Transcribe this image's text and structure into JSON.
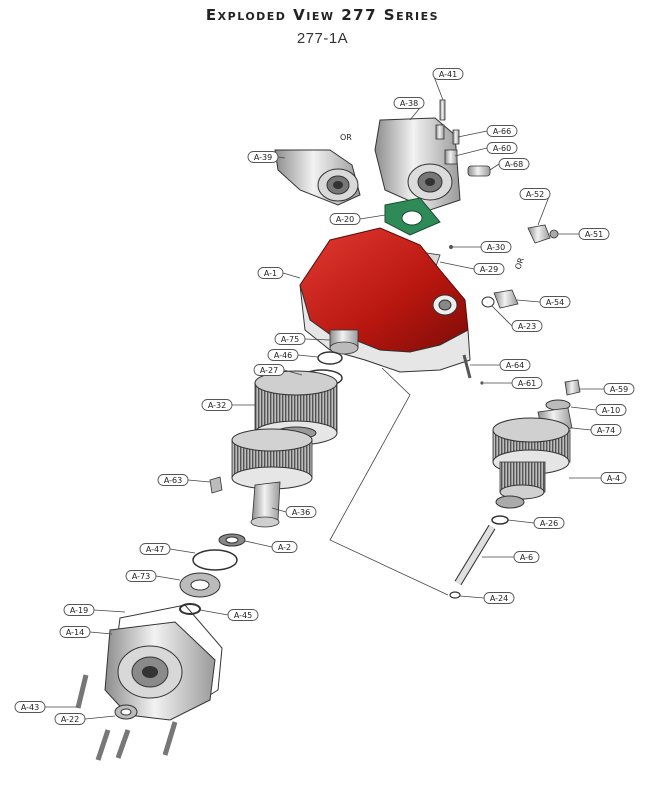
{
  "header": {
    "title": "Exploded View 277 Series",
    "subtitle": "277-1A"
  },
  "or_labels": [
    "OR",
    "OR"
  ],
  "colors": {
    "housing": "#c8201c",
    "gasket": "#2e8b57",
    "metal": "#c9c9c9",
    "outline": "#333333"
  },
  "parts": [
    {
      "id": "A-41"
    },
    {
      "id": "A-38"
    },
    {
      "id": "A-66"
    },
    {
      "id": "A-60"
    },
    {
      "id": "A-68"
    },
    {
      "id": "A-39"
    },
    {
      "id": "A-20"
    },
    {
      "id": "A-52"
    },
    {
      "id": "A-51"
    },
    {
      "id": "A-30"
    },
    {
      "id": "A-29"
    },
    {
      "id": "A-1"
    },
    {
      "id": "A-54"
    },
    {
      "id": "A-23"
    },
    {
      "id": "A-75"
    },
    {
      "id": "A-46"
    },
    {
      "id": "A-64"
    },
    {
      "id": "A-27"
    },
    {
      "id": "A-61"
    },
    {
      "id": "A-59"
    },
    {
      "id": "A-32"
    },
    {
      "id": "A-10"
    },
    {
      "id": "A-74"
    },
    {
      "id": "A-4"
    },
    {
      "id": "A-63"
    },
    {
      "id": "A-36"
    },
    {
      "id": "A-26"
    },
    {
      "id": "A-47"
    },
    {
      "id": "A-2"
    },
    {
      "id": "A-6"
    },
    {
      "id": "A-73"
    },
    {
      "id": "A-24"
    },
    {
      "id": "A-19"
    },
    {
      "id": "A-45"
    },
    {
      "id": "A-14"
    },
    {
      "id": "A-43"
    },
    {
      "id": "A-22"
    }
  ]
}
